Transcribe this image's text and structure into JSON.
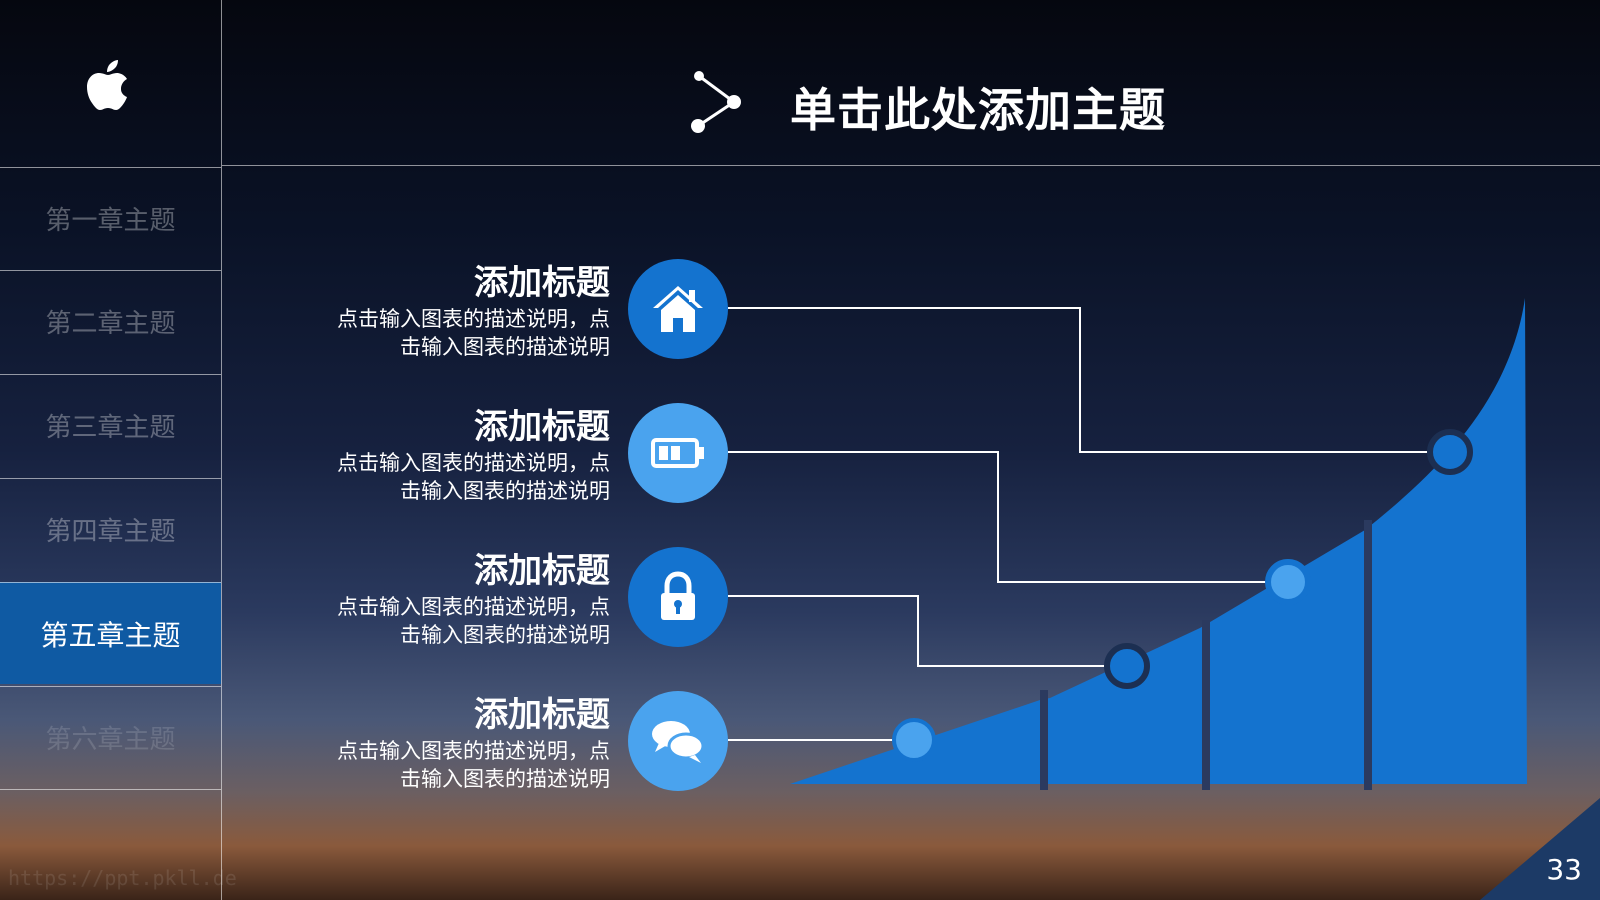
{
  "page": {
    "title": "单击此处添加主题",
    "page_number": "33",
    "watermark": "https://ppt.pkll.de"
  },
  "sidebar": {
    "logo_icon": "apple-logo-icon",
    "items": [
      {
        "label": "第一章主题",
        "state": "normal"
      },
      {
        "label": "第二章主题",
        "state": "normal"
      },
      {
        "label": "第三章主题",
        "state": "normal"
      },
      {
        "label": "第四章主题",
        "state": "normal"
      },
      {
        "label": "第五章主题",
        "state": "active"
      },
      {
        "label": "第六章主题",
        "state": "faded"
      }
    ]
  },
  "items": [
    {
      "title": "添加标题",
      "desc_line1": "点击输入图表的描述说明，点",
      "desc_line2": "击输入图表的描述说明",
      "icon": "home-icon",
      "color": "#1473cf"
    },
    {
      "title": "添加标题",
      "desc_line1": "点击输入图表的描述说明，点",
      "desc_line2": "击输入图表的描述说明",
      "icon": "battery-icon",
      "color": "#4aa3ee"
    },
    {
      "title": "添加标题",
      "desc_line1": "点击输入图表的描述说明，点",
      "desc_line2": "击输入图表的描述说明",
      "icon": "lock-icon",
      "color": "#1473cf"
    },
    {
      "title": "添加标题",
      "desc_line1": "点击输入图表的描述说明，点",
      "desc_line2": "击输入图表的描述说明",
      "icon": "chat-bubbles-icon",
      "color": "#4aa3ee"
    }
  ],
  "colors": {
    "accent": "#1473cf",
    "accent_light": "#4aa3ee",
    "active_nav": "#0f5aa3",
    "corner": "#1c3a66"
  }
}
